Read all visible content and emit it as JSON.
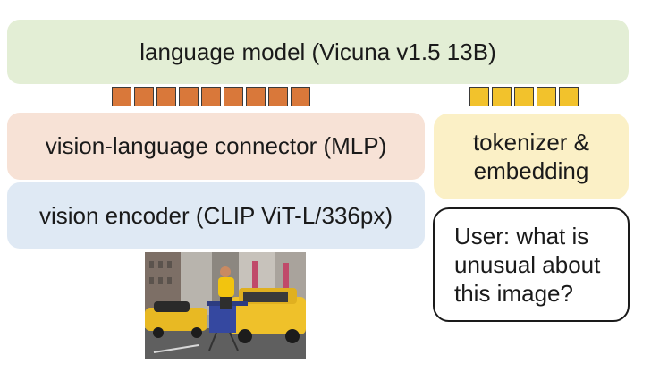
{
  "language_model": {
    "label": "language model (Vicuna v1.5 13B)"
  },
  "connector": {
    "label": "vision-language connector (MLP)"
  },
  "encoder": {
    "label": "vision encoder (CLIP ViT-L/336px)"
  },
  "tokenizer": {
    "label": "tokenizer &\nembedding"
  },
  "prompt": {
    "label": "User: what is\nunusual about\nthis image?"
  },
  "vision_tokens": {
    "count": 9,
    "color": "#d9783a"
  },
  "text_tokens": {
    "count": 5,
    "color": "#f2c22c"
  },
  "colors": {
    "language_model_bg": "#e3eed5",
    "connector_bg": "#f7e2d6",
    "encoder_bg": "#dfe9f4",
    "tokenizer_bg": "#fbf0c6"
  }
}
